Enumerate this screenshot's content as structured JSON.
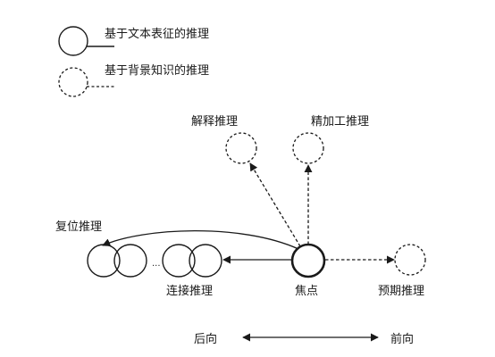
{
  "legend": {
    "text_based_label": "基于文本表征的推理",
    "knowledge_based_label": "基于背景知识的推理"
  },
  "nodes": {
    "explanatory_label": "解释推理",
    "elaborative_label": "精加工推理",
    "reinstatement_label": "复位推理",
    "bridging_label": "连接推理",
    "focus_label": "焦点",
    "predictive_label": "预期推理",
    "ellipsis": "..."
  },
  "direction": {
    "backward_label": "后向",
    "forward_label": "前向"
  }
}
